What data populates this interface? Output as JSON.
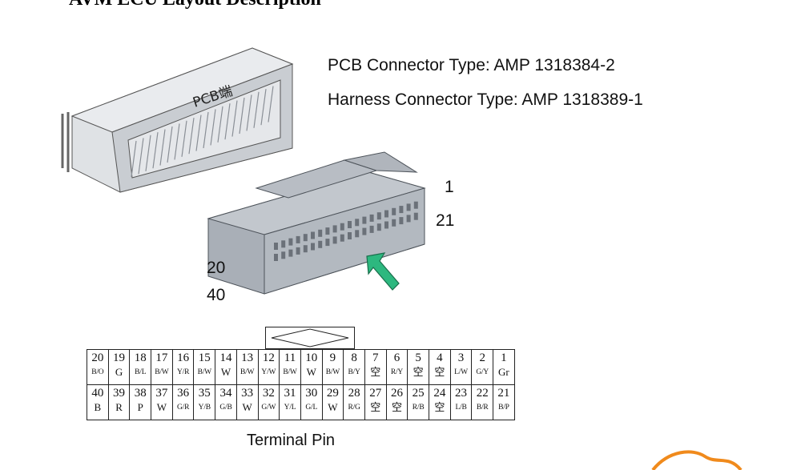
{
  "document": {
    "title": "AVM ECU Layout Description",
    "pcb_connector_type": "PCB Connector Type:  AMP 1318384-2",
    "harness_connector_type": "Harness Connector Type:  AMP 1318389-1",
    "pcb_label": "PCB端",
    "callouts": {
      "pin_1": "1",
      "pin_21": "21",
      "pin_20": "20",
      "pin_40": "40"
    },
    "table_caption": "Terminal Pin",
    "arrow_color": "#2db87f",
    "connector_color": "#b7bcc3"
  },
  "pin_table": {
    "rows": [
      [
        {
          "pin": "20",
          "wire": "B/O"
        },
        {
          "pin": "19",
          "wire": "G"
        },
        {
          "pin": "18",
          "wire": "B/L"
        },
        {
          "pin": "17",
          "wire": "B/W"
        },
        {
          "pin": "16",
          "wire": "Y/R"
        },
        {
          "pin": "15",
          "wire": "B/W"
        },
        {
          "pin": "14",
          "wire": "W"
        },
        {
          "pin": "13",
          "wire": "B/W"
        },
        {
          "pin": "12",
          "wire": "Y/W"
        },
        {
          "pin": "11",
          "wire": "B/W"
        },
        {
          "pin": "10",
          "wire": "W"
        },
        {
          "pin": "9",
          "wire": "B/W"
        },
        {
          "pin": "8",
          "wire": "B/Y"
        },
        {
          "pin": "7",
          "wire": "空"
        },
        {
          "pin": "6",
          "wire": "R/Y"
        },
        {
          "pin": "5",
          "wire": "空"
        },
        {
          "pin": "4",
          "wire": "空"
        },
        {
          "pin": "3",
          "wire": "L/W"
        },
        {
          "pin": "2",
          "wire": "G/Y"
        },
        {
          "pin": "1",
          "wire": "Gr"
        }
      ],
      [
        {
          "pin": "40",
          "wire": "B"
        },
        {
          "pin": "39",
          "wire": "R"
        },
        {
          "pin": "38",
          "wire": "P"
        },
        {
          "pin": "37",
          "wire": "W"
        },
        {
          "pin": "36",
          "wire": "G/R"
        },
        {
          "pin": "35",
          "wire": "Y/B"
        },
        {
          "pin": "34",
          "wire": "G/B"
        },
        {
          "pin": "33",
          "wire": "W"
        },
        {
          "pin": "32",
          "wire": "G/W"
        },
        {
          "pin": "31",
          "wire": "Y/L"
        },
        {
          "pin": "30",
          "wire": "G/L"
        },
        {
          "pin": "29",
          "wire": "W"
        },
        {
          "pin": "28",
          "wire": "R/G"
        },
        {
          "pin": "27",
          "wire": "空"
        },
        {
          "pin": "26",
          "wire": "空"
        },
        {
          "pin": "25",
          "wire": "R/B"
        },
        {
          "pin": "24",
          "wire": "空"
        },
        {
          "pin": "23",
          "wire": "L/B"
        },
        {
          "pin": "22",
          "wire": "B/R"
        },
        {
          "pin": "21",
          "wire": "B/P"
        }
      ]
    ]
  }
}
